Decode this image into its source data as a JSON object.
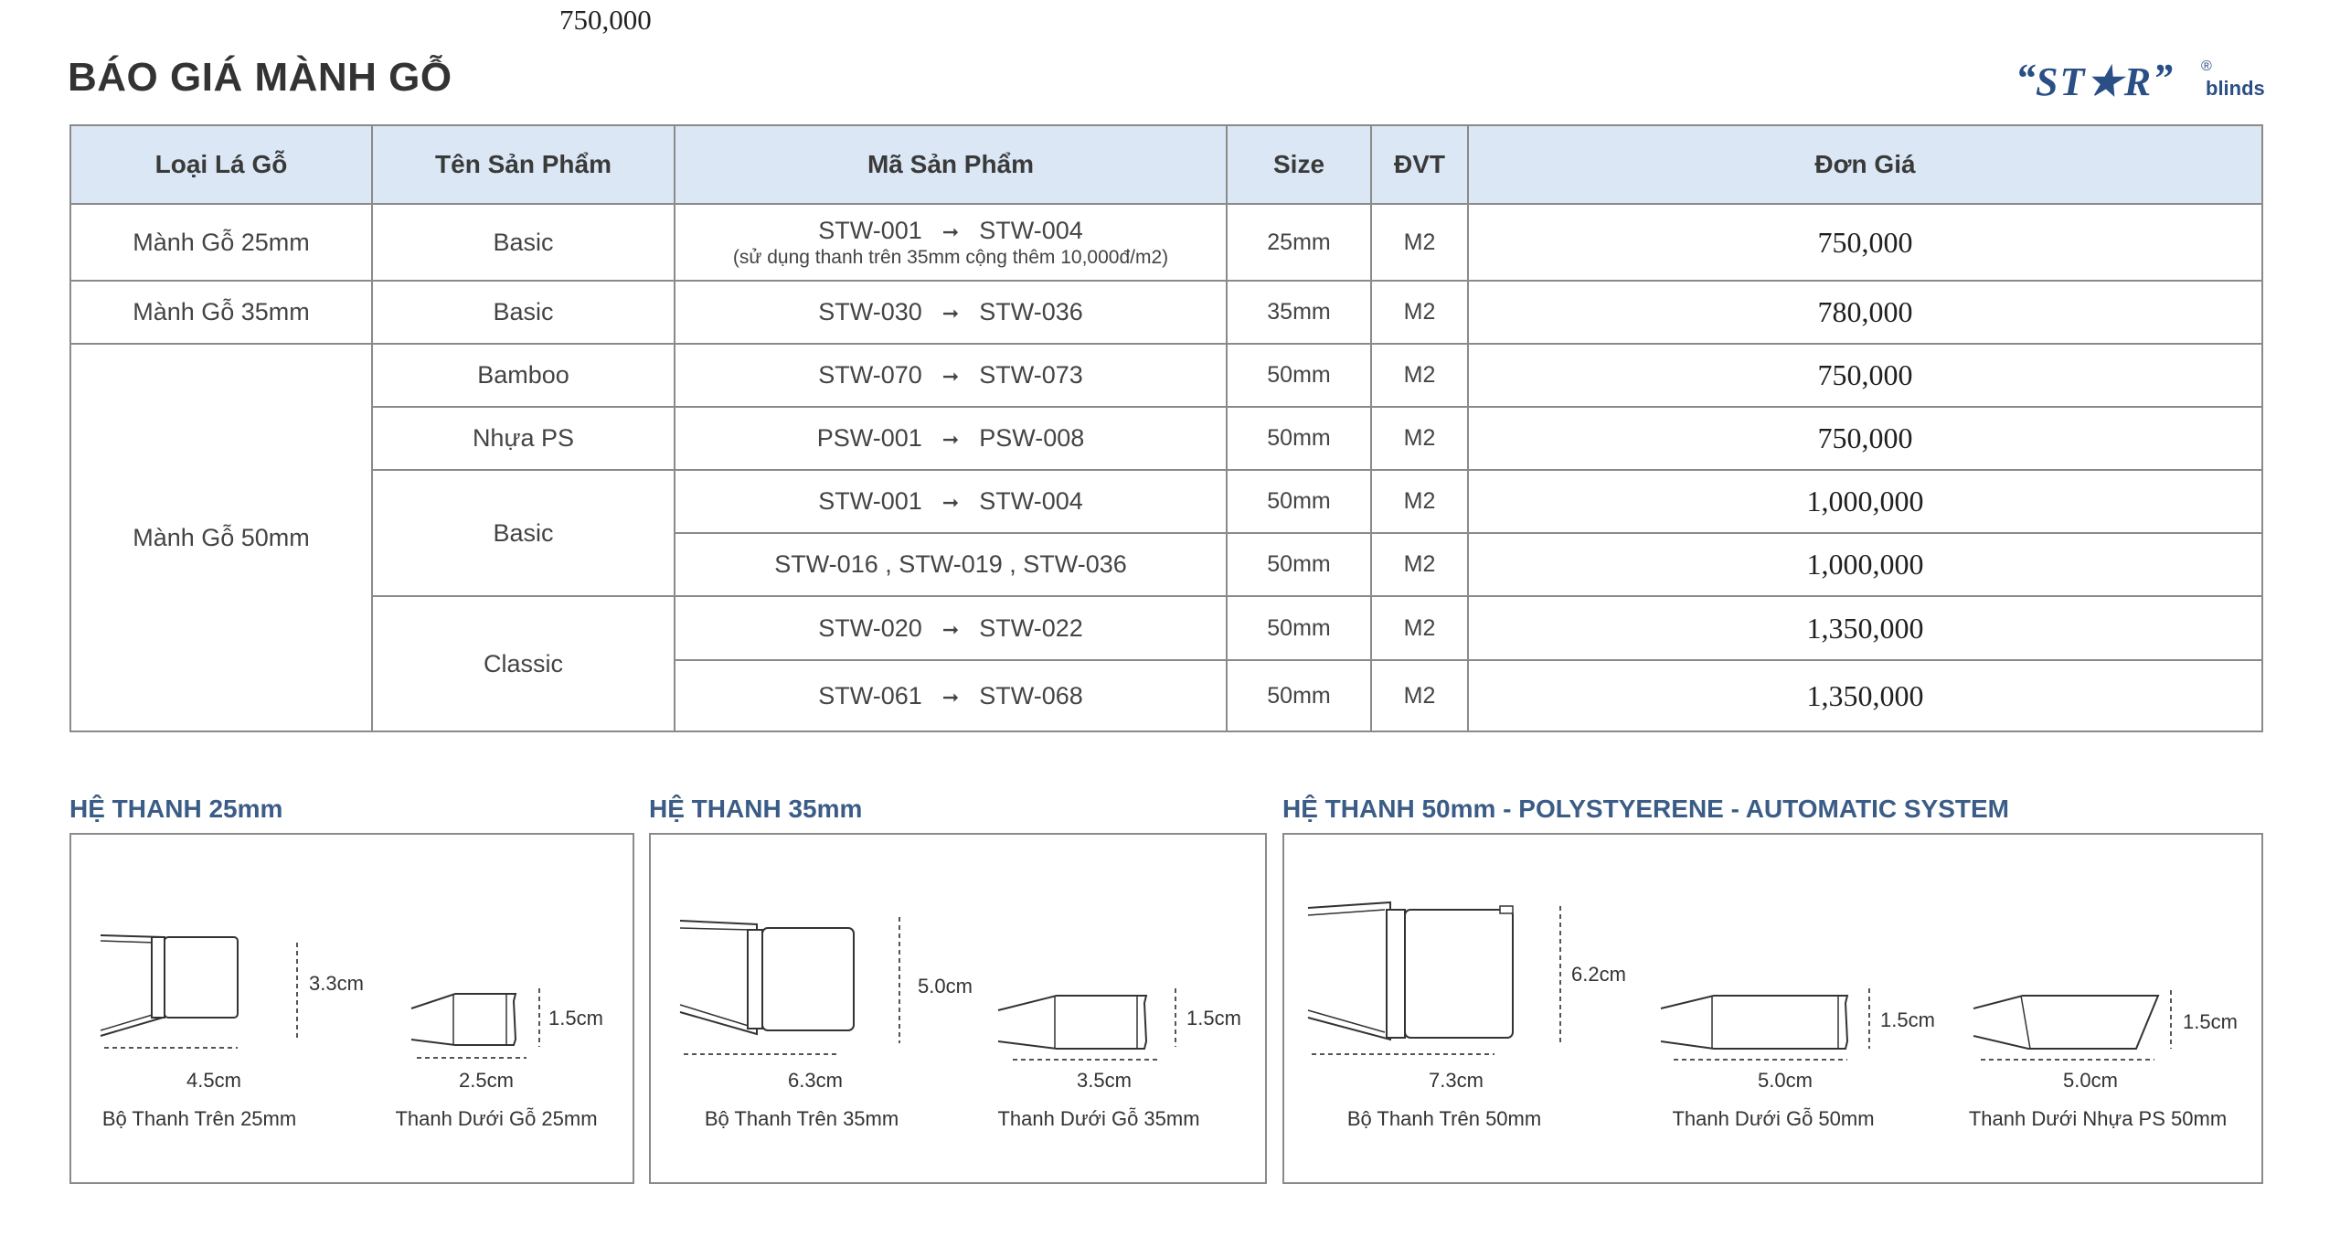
{
  "stray_price": "750,000",
  "title": "BÁO GIÁ MÀNH GỖ",
  "logo": {
    "word": "ST★R",
    "reg": "®",
    "sub": "blinds"
  },
  "table": {
    "headers": [
      "Loại Lá Gỗ",
      "Tên Sản Phẩm",
      "Mã Sản Phẩm",
      "Size",
      "ĐVT",
      "Đơn Giá"
    ],
    "rows": [
      {
        "type": "Mành Gỗ 25mm",
        "name": "Basic",
        "code_from": "STW-001",
        "code_to": "STW-004",
        "note": "(sử dụng thanh trên 35mm cộng thêm 10,000đ/m2)",
        "size": "25mm",
        "unit": "M2",
        "price": "750,000"
      },
      {
        "type": "Mành Gỗ 35mm",
        "name": "Basic",
        "code_from": "STW-030",
        "code_to": "STW-036",
        "size": "35mm",
        "unit": "M2",
        "price": "780,000"
      },
      {
        "type": "Mành Gỗ 50mm",
        "name": "Bamboo",
        "code_from": "STW-070",
        "code_to": "STW-073",
        "size": "50mm",
        "unit": "M2",
        "price": "750,000"
      },
      {
        "name": "Nhựa PS",
        "code_from": "PSW-001",
        "code_to": "PSW-008",
        "size": "50mm",
        "unit": "M2",
        "price": "750,000"
      },
      {
        "name": "Basic",
        "code_from": "STW-001",
        "code_to": "STW-004",
        "size": "50mm",
        "unit": "M2",
        "price": "1,000,000"
      },
      {
        "code_text": "STW-016 , STW-019 , STW-036",
        "size": "50mm",
        "unit": "M2",
        "price": "1,000,000"
      },
      {
        "name": "Classic",
        "code_from": "STW-020",
        "code_to": "STW-022",
        "size": "50mm",
        "unit": "M2",
        "price": "1,350,000"
      },
      {
        "code_from": "STW-061",
        "code_to": "STW-068",
        "size": "50mm",
        "unit": "M2",
        "price": "1,350,000"
      }
    ]
  },
  "sections": {
    "s25": {
      "title": "HỆ THANH 25mm",
      "top": {
        "height": "3.3cm",
        "width": "4.5cm",
        "caption": "Bộ Thanh Trên 25mm"
      },
      "bottom": {
        "height": "1.5cm",
        "width": "2.5cm",
        "caption": "Thanh Dưới Gỗ 25mm"
      }
    },
    "s35": {
      "title": "HỆ THANH 35mm",
      "top": {
        "height": "5.0cm",
        "width": "6.3cm",
        "caption": "Bộ Thanh Trên 35mm"
      },
      "bottom": {
        "height": "1.5cm",
        "width": "3.5cm",
        "caption": "Thanh Dưới Gỗ 35mm"
      }
    },
    "s50": {
      "title": "HỆ THANH 50mm - POLYSTYERENE - AUTOMATIC SYSTEM",
      "top": {
        "height": "6.2cm",
        "width": "7.3cm",
        "caption": "Bộ Thanh Trên 50mm"
      },
      "bottom": {
        "height": "1.5cm",
        "width": "5.0cm",
        "caption": "Thanh Dưới Gỗ 50mm"
      },
      "ps": {
        "height": "1.5cm",
        "width": "5.0cm",
        "caption": "Thanh Dưới Nhựa PS 50mm"
      }
    }
  }
}
